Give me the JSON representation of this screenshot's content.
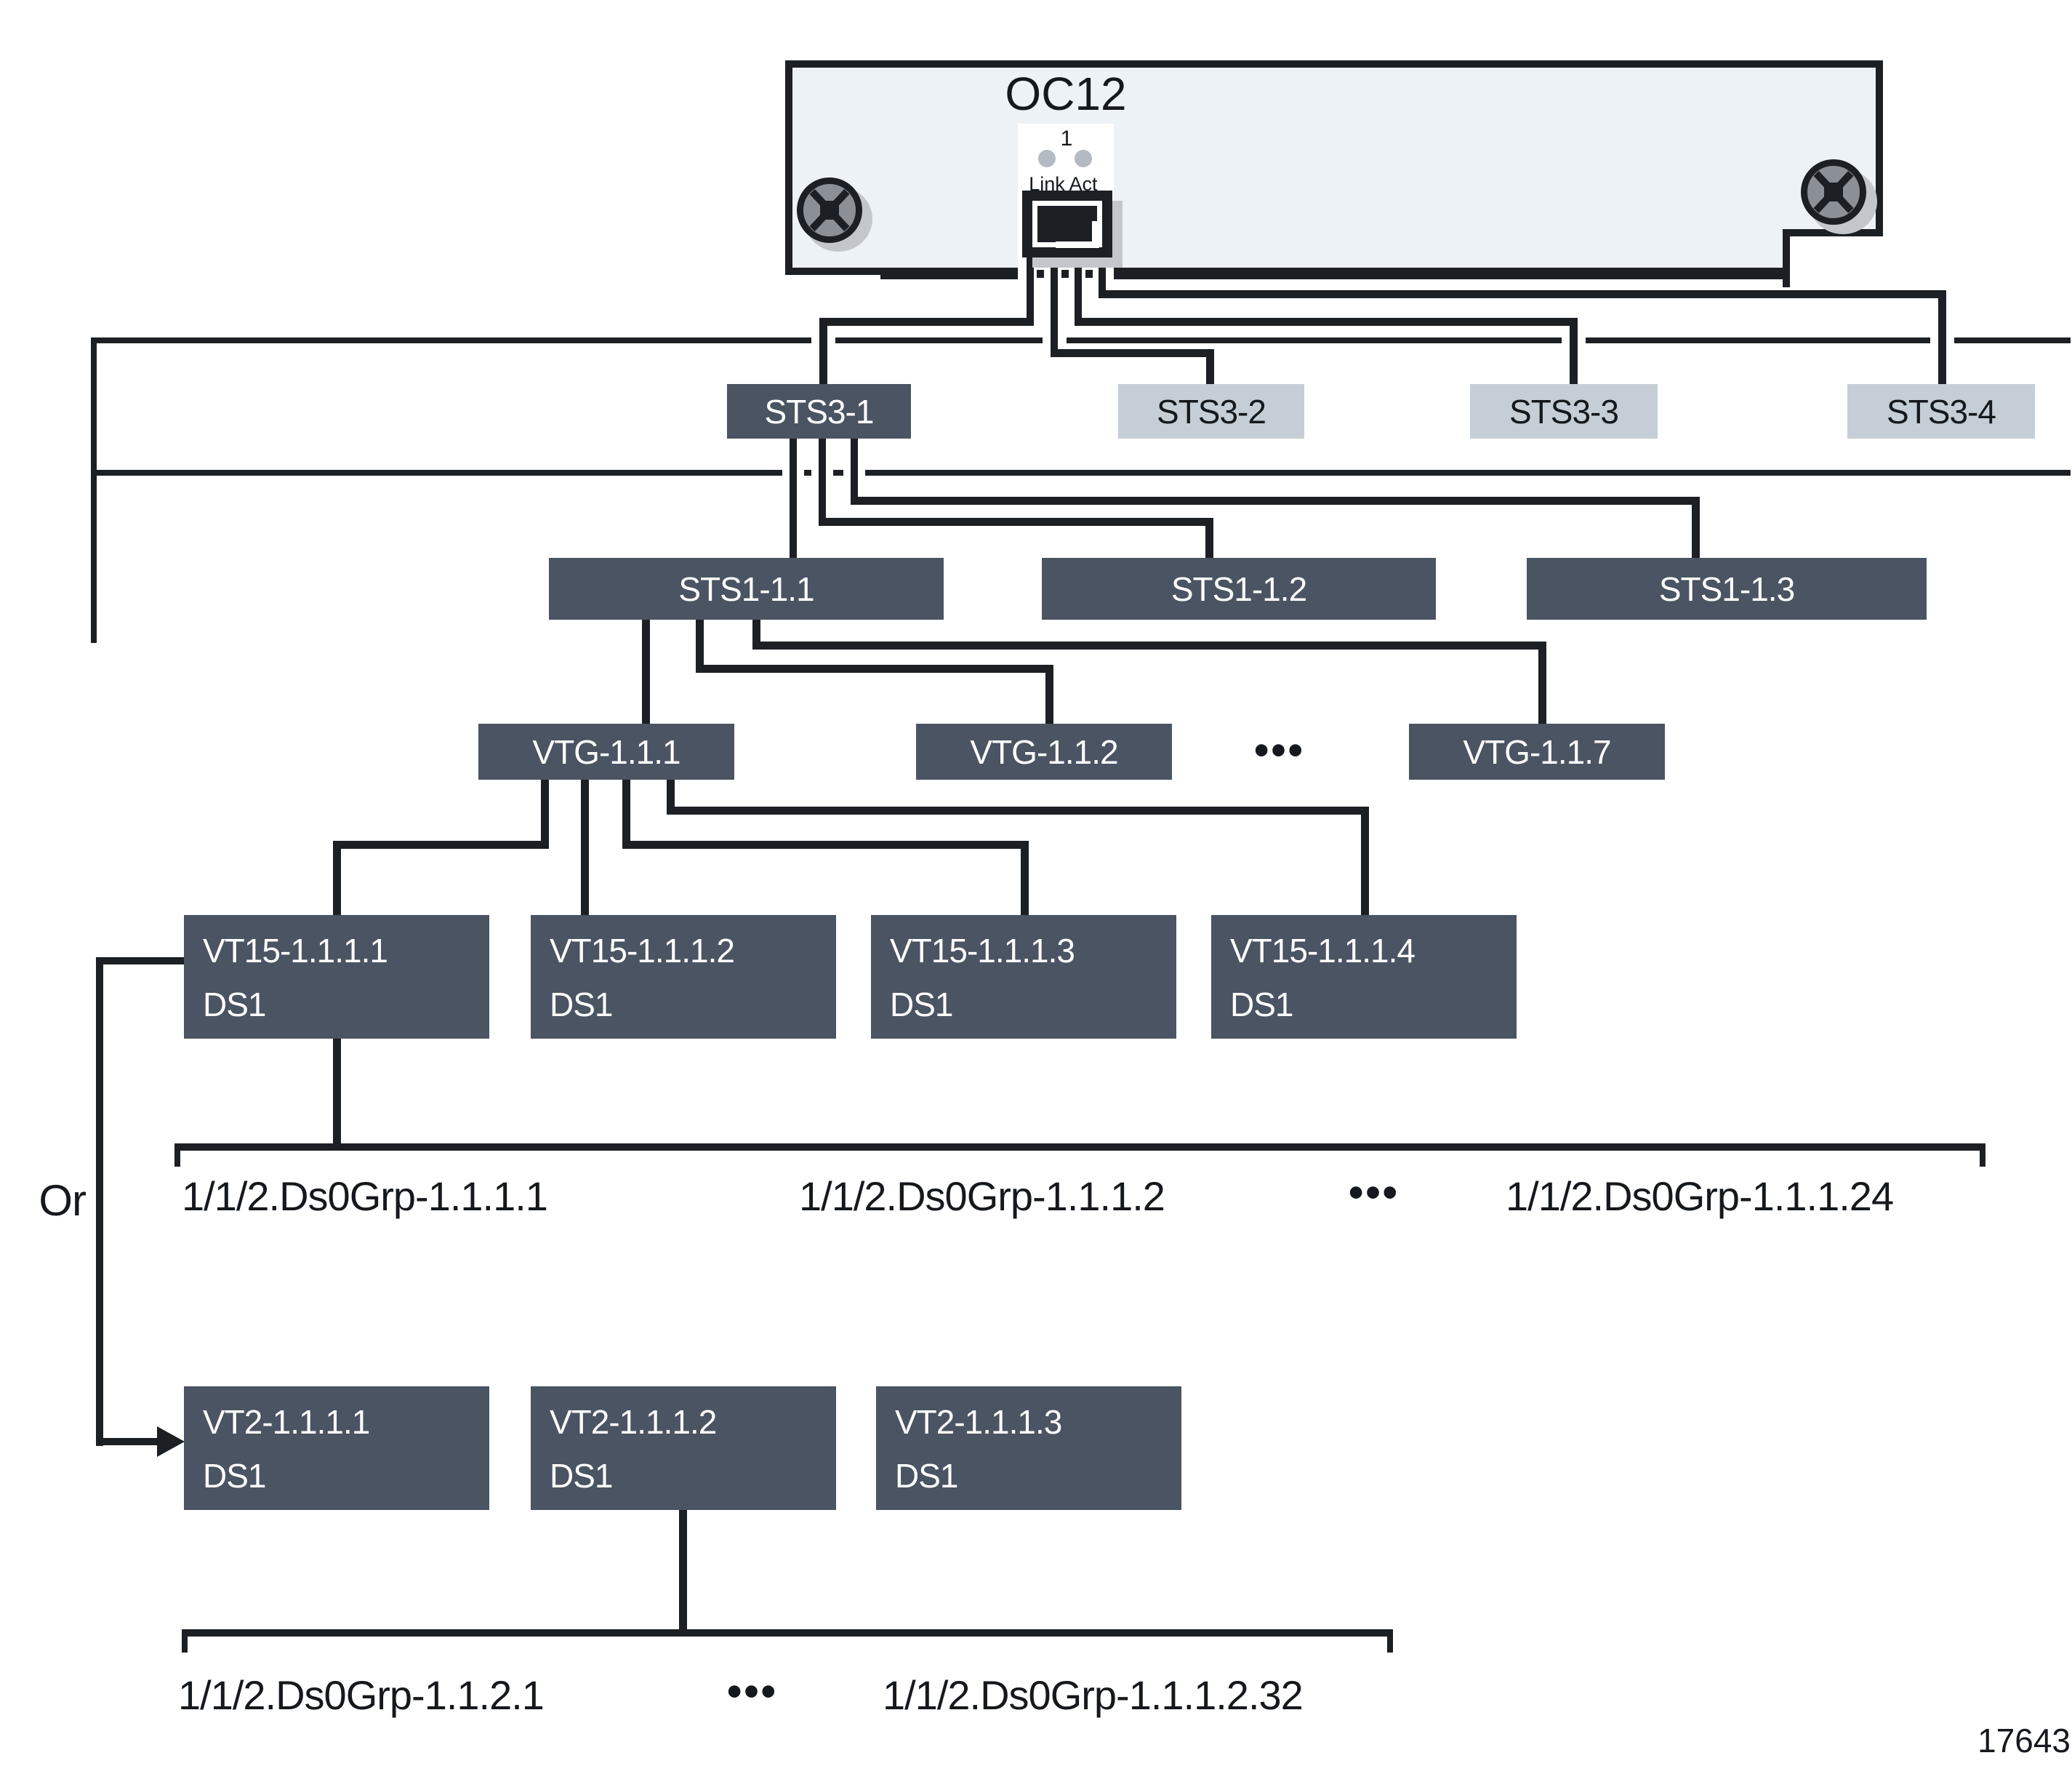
{
  "figure_number": "17643",
  "or_label": "Or",
  "ellipsis": "•••",
  "colors": {
    "line": "#1c1f23",
    "box_dark": "#4a5462",
    "box_light": "#c5ced6",
    "card_fill": "#edf2f7",
    "led": "#b4bac2",
    "screw": "#8b9097"
  },
  "card": {
    "title": "OC12",
    "port_number": "1",
    "led_link": "Link",
    "led_act": "Act"
  },
  "sts3": [
    "STS3-1",
    "STS3-2",
    "STS3-3",
    "STS3-4"
  ],
  "sts1": [
    "STS1-1.1",
    "STS1-1.2",
    "STS1-1.3"
  ],
  "vtg": [
    "VTG-1.1.1",
    "VTG-1.1.2",
    "VTG-1.1.7"
  ],
  "vt15": [
    {
      "name": "VT15-1.1.1.1",
      "type": "DS1"
    },
    {
      "name": "VT15-1.1.1.2",
      "type": "DS1"
    },
    {
      "name": "VT15-1.1.1.3",
      "type": "DS1"
    },
    {
      "name": "VT15-1.1.1.4",
      "type": "DS1"
    }
  ],
  "vt2": [
    {
      "name": "VT2-1.1.1.1",
      "type": "DS1"
    },
    {
      "name": "VT2-1.1.1.2",
      "type": "DS1"
    },
    {
      "name": "VT2-1.1.1.3",
      "type": "DS1"
    }
  ],
  "ds0_row1": [
    "1/1/2.Ds0Grp-1.1.1.1",
    "1/1/2.Ds0Grp-1.1.1.2",
    "1/1/2.Ds0Grp-1.1.1.24"
  ],
  "ds0_row2": [
    "1/1/2.Ds0Grp-1.1.2.1",
    "1/1/2.Ds0Grp-1.1.1.2.32"
  ]
}
